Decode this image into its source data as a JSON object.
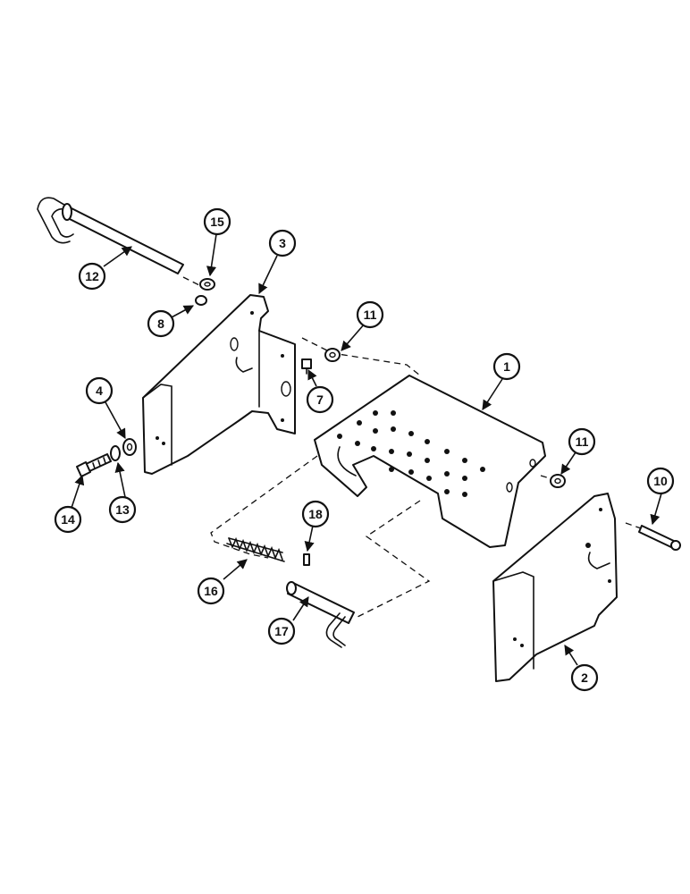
{
  "callouts": [
    {
      "id": "c1",
      "label": "1"
    },
    {
      "id": "c2",
      "label": "2"
    },
    {
      "id": "c3",
      "label": "3"
    },
    {
      "id": "c4",
      "label": "4"
    },
    {
      "id": "c7",
      "label": "7"
    },
    {
      "id": "c8",
      "label": "8"
    },
    {
      "id": "c10",
      "label": "10"
    },
    {
      "id": "c11a",
      "label": "11"
    },
    {
      "id": "c11b",
      "label": "11"
    },
    {
      "id": "c12",
      "label": "12"
    },
    {
      "id": "c13",
      "label": "13"
    },
    {
      "id": "c14",
      "label": "14"
    },
    {
      "id": "c15",
      "label": "15"
    },
    {
      "id": "c16",
      "label": "16"
    },
    {
      "id": "c17",
      "label": "17"
    },
    {
      "id": "c18",
      "label": "18"
    }
  ],
  "colors": {
    "line": "#111111",
    "background": "#ffffff"
  }
}
